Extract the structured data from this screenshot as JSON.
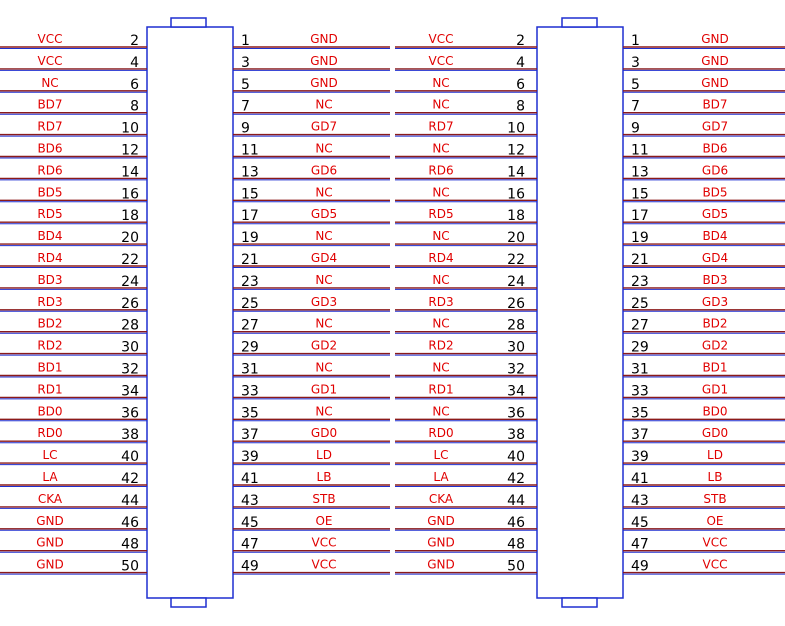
{
  "colors": {
    "signal_text": "#e00000",
    "pin_text": "#000000",
    "lead_upper": "#8b1a1a",
    "lead_lower": "#1f2fd0",
    "body_outline": "#1f2fd0"
  },
  "connectors": [
    {
      "left_pins": [
        {
          "signal": "VCC",
          "pin": "2"
        },
        {
          "signal": "VCC",
          "pin": "4"
        },
        {
          "signal": "NC",
          "pin": "6"
        },
        {
          "signal": "BD7",
          "pin": "8"
        },
        {
          "signal": "RD7",
          "pin": "10"
        },
        {
          "signal": "BD6",
          "pin": "12"
        },
        {
          "signal": "RD6",
          "pin": "14"
        },
        {
          "signal": "BD5",
          "pin": "16"
        },
        {
          "signal": "RD5",
          "pin": "18"
        },
        {
          "signal": "BD4",
          "pin": "20"
        },
        {
          "signal": "RD4",
          "pin": "22"
        },
        {
          "signal": "BD3",
          "pin": "24"
        },
        {
          "signal": "RD3",
          "pin": "26"
        },
        {
          "signal": "BD2",
          "pin": "28"
        },
        {
          "signal": "RD2",
          "pin": "30"
        },
        {
          "signal": "BD1",
          "pin": "32"
        },
        {
          "signal": "RD1",
          "pin": "34"
        },
        {
          "signal": "BD0",
          "pin": "36"
        },
        {
          "signal": "RD0",
          "pin": "38"
        },
        {
          "signal": "LC",
          "pin": "40"
        },
        {
          "signal": "LA",
          "pin": "42"
        },
        {
          "signal": "CKA",
          "pin": "44"
        },
        {
          "signal": "GND",
          "pin": "46"
        },
        {
          "signal": "GND",
          "pin": "48"
        },
        {
          "signal": "GND",
          "pin": "50"
        }
      ],
      "right_pins": [
        {
          "pin": "1",
          "signal": "GND"
        },
        {
          "pin": "3",
          "signal": "GND"
        },
        {
          "pin": "5",
          "signal": "GND"
        },
        {
          "pin": "7",
          "signal": "NC"
        },
        {
          "pin": "9",
          "signal": "GD7"
        },
        {
          "pin": "11",
          "signal": "NC"
        },
        {
          "pin": "13",
          "signal": "GD6"
        },
        {
          "pin": "15",
          "signal": "NC"
        },
        {
          "pin": "17",
          "signal": "GD5"
        },
        {
          "pin": "19",
          "signal": "NC"
        },
        {
          "pin": "21",
          "signal": "GD4"
        },
        {
          "pin": "23",
          "signal": "NC"
        },
        {
          "pin": "25",
          "signal": "GD3"
        },
        {
          "pin": "27",
          "signal": "NC"
        },
        {
          "pin": "29",
          "signal": "GD2"
        },
        {
          "pin": "31",
          "signal": "NC"
        },
        {
          "pin": "33",
          "signal": "GD1"
        },
        {
          "pin": "35",
          "signal": "NC"
        },
        {
          "pin": "37",
          "signal": "GD0"
        },
        {
          "pin": "39",
          "signal": "LD"
        },
        {
          "pin": "41",
          "signal": "LB"
        },
        {
          "pin": "43",
          "signal": "STB"
        },
        {
          "pin": "45",
          "signal": "OE"
        },
        {
          "pin": "47",
          "signal": "VCC"
        },
        {
          "pin": "49",
          "signal": "VCC"
        }
      ]
    },
    {
      "left_pins": [
        {
          "signal": "VCC",
          "pin": "2"
        },
        {
          "signal": "VCC",
          "pin": "4"
        },
        {
          "signal": "NC",
          "pin": "6"
        },
        {
          "signal": "NC",
          "pin": "8"
        },
        {
          "signal": "RD7",
          "pin": "10"
        },
        {
          "signal": "NC",
          "pin": "12"
        },
        {
          "signal": "RD6",
          "pin": "14"
        },
        {
          "signal": "NC",
          "pin": "16"
        },
        {
          "signal": "RD5",
          "pin": "18"
        },
        {
          "signal": "NC",
          "pin": "20"
        },
        {
          "signal": "RD4",
          "pin": "22"
        },
        {
          "signal": "NC",
          "pin": "24"
        },
        {
          "signal": "RD3",
          "pin": "26"
        },
        {
          "signal": "NC",
          "pin": "28"
        },
        {
          "signal": "RD2",
          "pin": "30"
        },
        {
          "signal": "NC",
          "pin": "32"
        },
        {
          "signal": "RD1",
          "pin": "34"
        },
        {
          "signal": "NC",
          "pin": "36"
        },
        {
          "signal": "RD0",
          "pin": "38"
        },
        {
          "signal": "LC",
          "pin": "40"
        },
        {
          "signal": "LA",
          "pin": "42"
        },
        {
          "signal": "CKA",
          "pin": "44"
        },
        {
          "signal": "GND",
          "pin": "46"
        },
        {
          "signal": "GND",
          "pin": "48"
        },
        {
          "signal": "GND",
          "pin": "50"
        }
      ],
      "right_pins": [
        {
          "pin": "1",
          "signal": "GND"
        },
        {
          "pin": "3",
          "signal": "GND"
        },
        {
          "pin": "5",
          "signal": "GND"
        },
        {
          "pin": "7",
          "signal": "BD7"
        },
        {
          "pin": "9",
          "signal": "GD7"
        },
        {
          "pin": "11",
          "signal": "BD6"
        },
        {
          "pin": "13",
          "signal": "GD6"
        },
        {
          "pin": "15",
          "signal": "BD5"
        },
        {
          "pin": "17",
          "signal": "GD5"
        },
        {
          "pin": "19",
          "signal": "BD4"
        },
        {
          "pin": "21",
          "signal": "GD4"
        },
        {
          "pin": "23",
          "signal": "BD3"
        },
        {
          "pin": "25",
          "signal": "GD3"
        },
        {
          "pin": "27",
          "signal": "BD2"
        },
        {
          "pin": "29",
          "signal": "GD2"
        },
        {
          "pin": "31",
          "signal": "BD1"
        },
        {
          "pin": "33",
          "signal": "GD1"
        },
        {
          "pin": "35",
          "signal": "BD0"
        },
        {
          "pin": "37",
          "signal": "GD0"
        },
        {
          "pin": "39",
          "signal": "LD"
        },
        {
          "pin": "41",
          "signal": "LB"
        },
        {
          "pin": "43",
          "signal": "STB"
        },
        {
          "pin": "45",
          "signal": "OE"
        },
        {
          "pin": "47",
          "signal": "VCC"
        },
        {
          "pin": "49",
          "signal": "VCC"
        }
      ]
    }
  ]
}
